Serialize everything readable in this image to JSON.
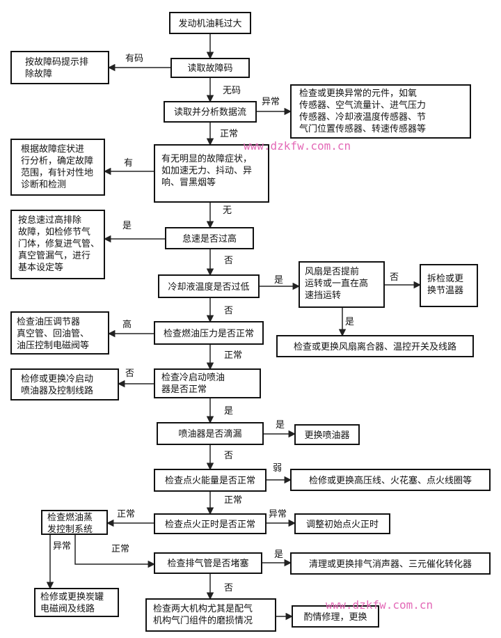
{
  "nodes": {
    "n_start": "发动机油耗过大",
    "n_read_code": "读取故障码",
    "n_by_code": "按故障码提示排\n除故障",
    "n_data_stream": "读取并分析数据流",
    "n_sensor_replace": "检查或更换异常的元件，如氧\n传感器、空气流量计、进气压力\n传感器、冷却液温度传感器、节\n气门位置传感器、转速传感器等",
    "n_symptom_check": "有无明显的故障症状，\n如加速无力、抖动、异\n响、冒黑烟等",
    "n_symptom_diag": "根据故障症状进\n行分析，确定故障\n范围，有针对性地\n诊断和检测",
    "n_idle_check": "怠速是否过高",
    "n_idle_fix": "按怠速过高排除\n故障，如检修节气\n门体，修复进气管、\n真空管漏气，进行\n基本设定等",
    "n_coolant": "冷却液温度是否过低",
    "n_fan_check": "风扇是否提前\n运转或一直在高\n速挡运转",
    "n_thermostat": "拆检或更\n换节温器",
    "n_fan_replace": "检查或更换风扇离合器、温控开关及线路",
    "n_fuel_pressure": "检查燃油压力是否正常",
    "n_regulator": "检查油压调节器\n真空管、回油管、\n油压控制电磁阀等",
    "n_cold_start": "检查冷启动喷油\n器是否正常",
    "n_cold_start_fix": "检修或更换冷启动\n喷油器及控制线路",
    "n_injector_leak": "喷油器是否滴漏",
    "n_injector_replace": "更换喷油器",
    "n_ignition_energy": "检查点火能量是否正常",
    "n_ignition_fix": "检修或更换高压线、火花塞、点火线圈等",
    "n_timing": "检查点火正时是否正常",
    "n_timing_adjust": "调整初始点火正时",
    "n_evap": "检查燃油蒸\n发控制系统",
    "n_canister": "检修或更换炭罐\n电磁阀及线路",
    "n_exhaust": "检查排气管是否堵塞",
    "n_exhaust_fix": "清理或更换排气消声器、三元催化转化器",
    "n_valve": "检查两大机构尤其是配气\n机构气门组件的磨损情况",
    "n_repair": "酌情修理，更换"
  },
  "edge_labels": {
    "e_has_code": "有码",
    "e_no_code": "无码",
    "e_abnormal_1": "异常",
    "e_normal_1": "正常",
    "e_has_symptom": "有",
    "e_no_symptom": "无",
    "e_idle_yes": "是",
    "e_idle_no": "否",
    "e_coolant_yes": "是",
    "e_fan_no": "否",
    "e_fan_yes": "是",
    "e_coolant_no": "否",
    "e_pressure_high": "高",
    "e_pressure_normal": "正常",
    "e_cold_no": "否",
    "e_cold_yes": "是",
    "e_leak_yes": "是",
    "e_leak_no": "否",
    "e_energy_weak": "弱",
    "e_energy_normal": "正常",
    "e_timing_normal": "正常",
    "e_timing_abnormal": "异常",
    "e_evap_abnormal": "异常",
    "e_evap_normal": "正常",
    "e_exhaust_yes": "是",
    "e_exhaust_no": "否"
  },
  "watermarks": {
    "wm_top": "www.dzkfw.com.cn",
    "wm_bottom": "www.dzkfw.com.cn"
  }
}
